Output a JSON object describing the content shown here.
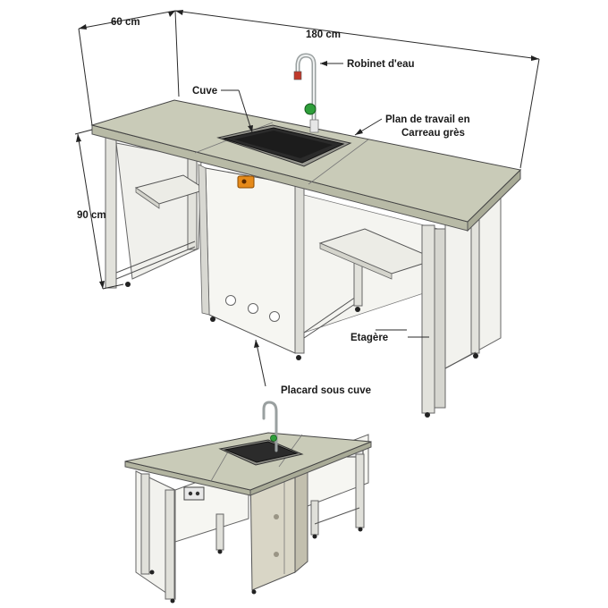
{
  "dimensions": {
    "depth": "60 cm",
    "width": "180 cm",
    "height": "90 cm"
  },
  "callouts": {
    "faucet": "Robinet d'eau",
    "sink": "Cuve",
    "worktop_line1": "Plan de travail en",
    "worktop_line2": "Carreau grès",
    "shelf": "Etagère",
    "cupboard": "Placard sous cuve"
  },
  "colors": {
    "worktop": "#c9cbb8",
    "frame": "#d8d8d2",
    "panel": "#f4f4f0",
    "sink": "#2b2b2b",
    "faucet_valve": "#2e9e3a",
    "switch": "#e58a1a"
  }
}
